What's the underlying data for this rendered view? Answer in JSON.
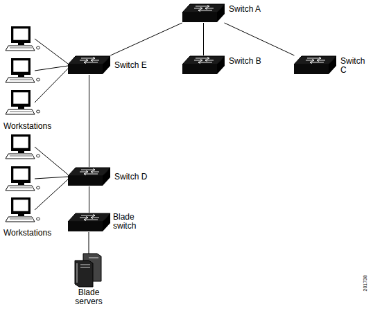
{
  "diagram": {
    "nodes": [
      {
        "text": [
          "Switch A"
        ]
      },
      {
        "text": [
          "Switch E"
        ]
      },
      {
        "text": [
          "Switch B"
        ]
      },
      {
        "text": [
          "Switch C"
        ]
      },
      {
        "text": [
          "Switch D"
        ]
      },
      {
        "text": [
          "Blade switch"
        ]
      }
    ],
    "edges": [
      {
        "from": 0,
        "to": 1,
        "arrow": "none"
      },
      {
        "from": 0,
        "to": 2,
        "arrow": "none"
      },
      {
        "from": 0,
        "to": 3,
        "arrow": "none"
      },
      {
        "from": 1,
        "to": 4,
        "arrow": "none"
      },
      {
        "from": 4,
        "to": 5,
        "arrow": "none"
      }
    ],
    "labels": [
      "Workstations",
      "Workstations",
      "Blade servers",
      "201738"
    ]
  }
}
